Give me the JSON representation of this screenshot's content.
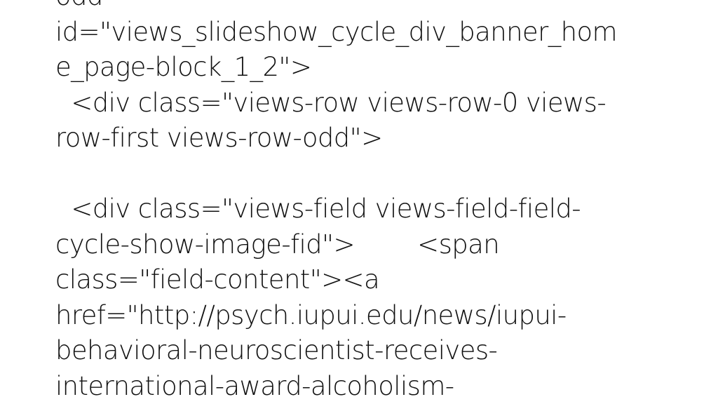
{
  "slide": {
    "lines": [
      "odd\"",
      "id=\"views_slideshow_cycle_div_banner_hom",
      "e_page-block_1_2\">",
      "  <div class=\"views-row views-row-0 views-",
      "row-first views-row-odd\">",
      "",
      "  <div class=\"views-field views-field-field-",
      "cycle-show-image-fid\">        <span",
      "class=\"field-content\"><a",
      "href=\"http://psych.iupui.edu/news/iupui-",
      "behavioral-neuroscientist-receives-",
      "international-award-alcoholism-"
    ]
  }
}
